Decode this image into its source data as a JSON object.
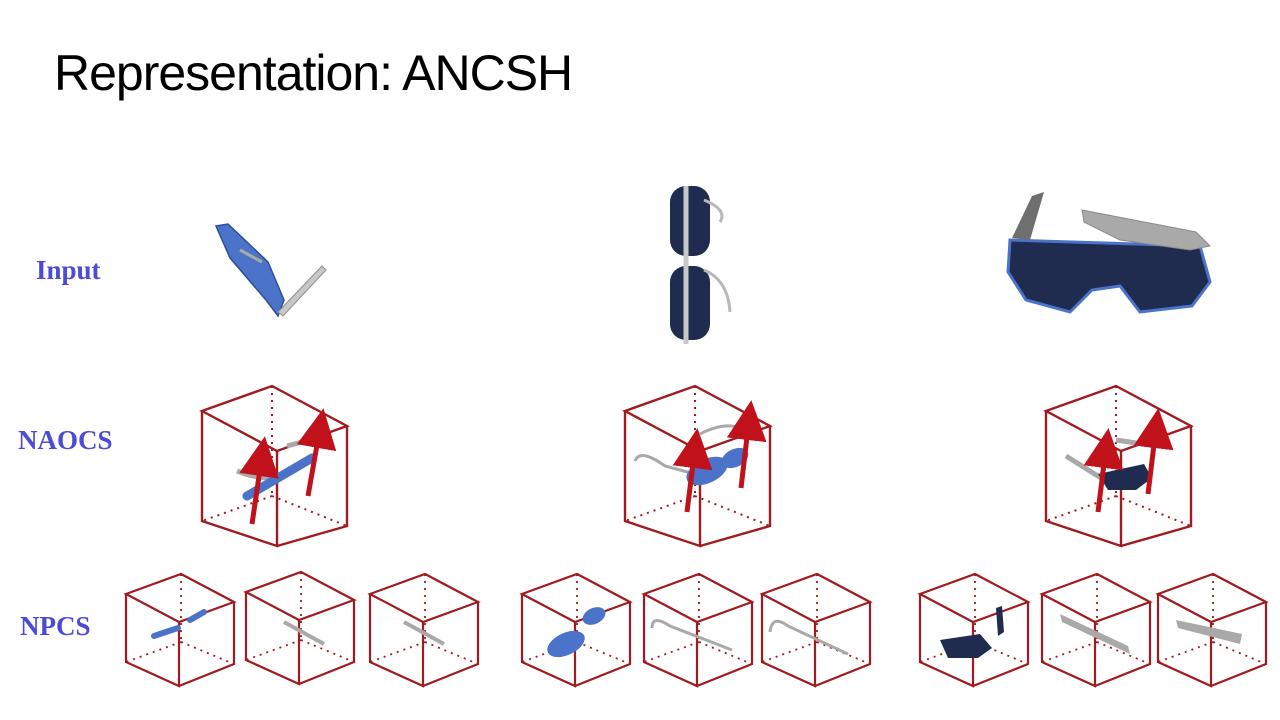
{
  "slide": {
    "title": "Representation: ANCSH"
  },
  "rows": {
    "input": "Input",
    "naocs": "NAOCS",
    "npcs": "NPCS"
  },
  "colors": {
    "label": "#4b4bd6",
    "cube": "#a11a1f",
    "arrow": "#c1121b",
    "lens_navy": "#1f2b4f",
    "part_blue": "#4a73c9",
    "part_gray": "#a9a9a9"
  }
}
